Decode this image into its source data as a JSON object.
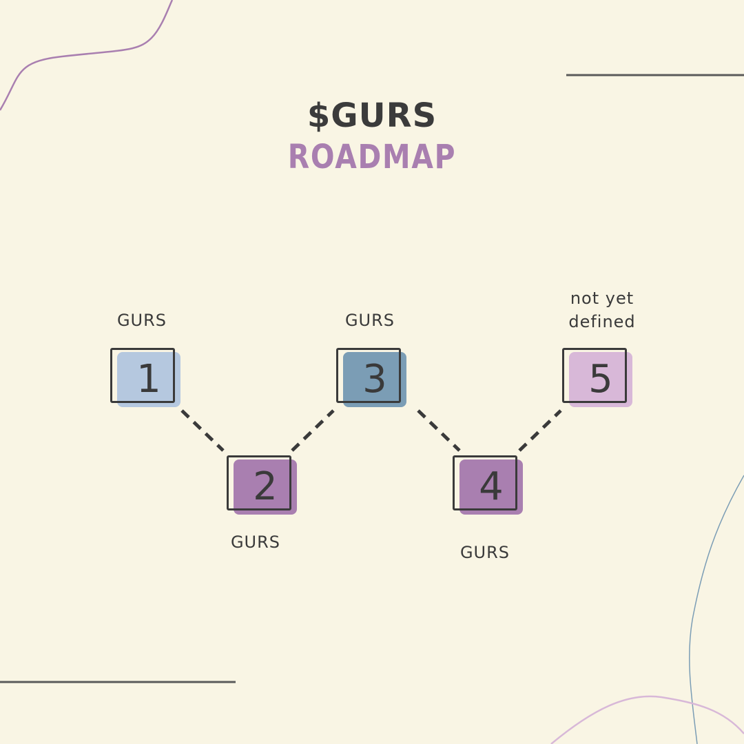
{
  "header": {
    "title": "$GURS",
    "subtitle": "ROADMAP"
  },
  "steps": [
    {
      "number": "1",
      "label": "GURS",
      "color": "#b5c8df"
    },
    {
      "number": "2",
      "label": "GURS",
      "color": "#a97fb0"
    },
    {
      "number": "3",
      "label": "GURS",
      "color": "#7b9db5"
    },
    {
      "number": "4",
      "label": "GURS",
      "color": "#a97fb0"
    },
    {
      "number": "5",
      "label": "not yet defined",
      "color": "#d8b8d8"
    }
  ],
  "colors": {
    "background": "#f9f5e4",
    "text": "#3a3a3a",
    "accent_purple": "#a97fb0",
    "accent_blue": "#7b9db5"
  }
}
